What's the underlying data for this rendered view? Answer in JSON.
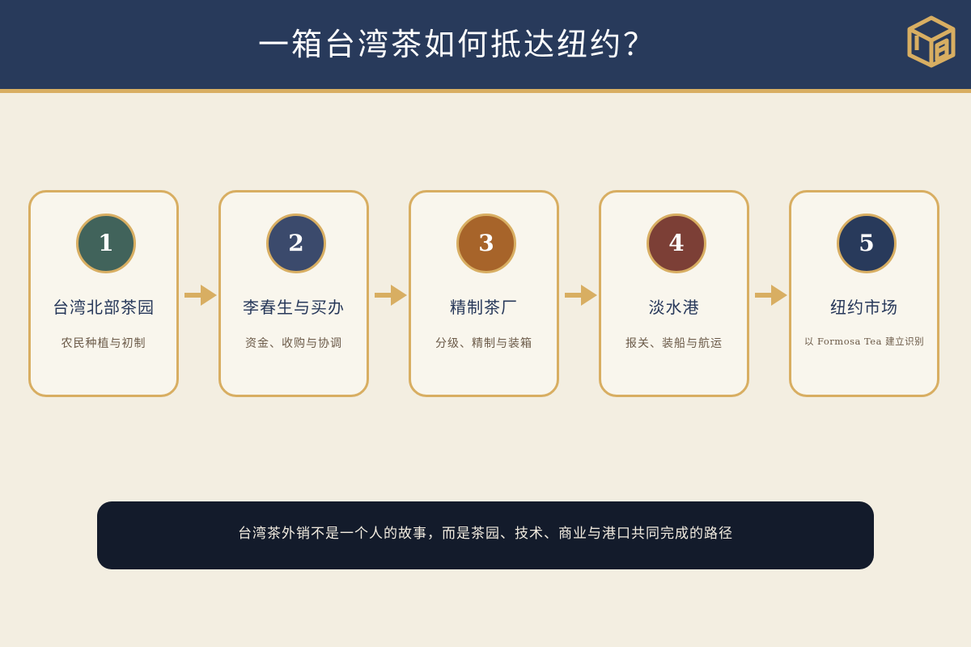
{
  "header": {
    "title": "一箱台湾茶如何抵达纽约？",
    "logo_icon": "cube-logo-icon",
    "background_color": "#283a5b",
    "accent_color": "#d8ae62"
  },
  "steps": [
    {
      "number": "1",
      "title": "台湾北部茶园",
      "subtitle": "农民种植与初制",
      "color": "#41635b"
    },
    {
      "number": "2",
      "title": "李春生与买办",
      "subtitle": "资金、收购与协调",
      "color": "#3b4a6c"
    },
    {
      "number": "3",
      "title": "精制茶厂",
      "subtitle": "分级、精制与装箱",
      "color": "#a7642a"
    },
    {
      "number": "4",
      "title": "淡水港",
      "subtitle": "报关、装船与航运",
      "color": "#7c3f36"
    },
    {
      "number": "5",
      "title": "纽约市场",
      "subtitle": "以 Formosa Tea 建立识别",
      "color": "#283a5b"
    }
  ],
  "arrow_icon": "arrow-right-icon",
  "footer": {
    "text": "台湾茶外销不是一个人的故事，而是茶园、技术、商业与港口共同完成的路径",
    "background_color": "#131b2b"
  }
}
